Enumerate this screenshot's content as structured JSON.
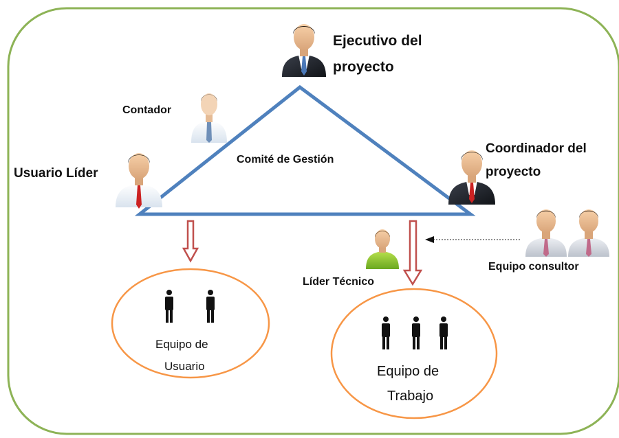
{
  "roles": {
    "executive": "Ejecutivo del proyecto",
    "executive_line1": "Ejecutivo del",
    "executive_line2": "proyecto",
    "accountant": "Contador",
    "lead_user": "Usuario Líder",
    "coordinator_line1": "Coordinador del",
    "coordinator_line2": "proyecto",
    "technical_lead": "Líder Técnico",
    "consulting_team": "Equipo consultor"
  },
  "committee": "Comité de Gestión",
  "teams": {
    "user_team_line1": "Equipo de",
    "user_team_line2": "Usuario",
    "work_team_line1": "Equipo de",
    "work_team_line2": "Trabajo"
  },
  "colors": {
    "frame": "#8db356",
    "triangle": "#4f81bd",
    "arrow": "#c0504d",
    "ellipse": "#f79646"
  },
  "icons": [
    "businessman-icon",
    "person-icon"
  ]
}
